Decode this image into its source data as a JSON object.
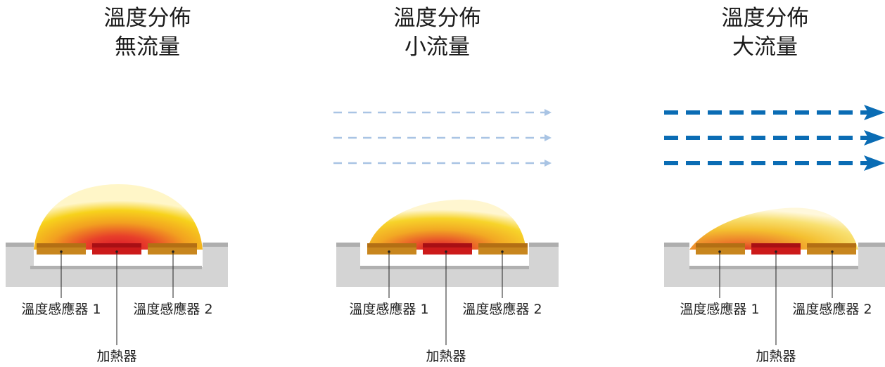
{
  "panels": [
    {
      "title_line1": "溫度分佈",
      "title_line2": "無流量",
      "sensor1_label": "溫度感應器 1",
      "sensor2_label": "溫度感應器 2",
      "heater_label": "加熱器",
      "flow_level": "none"
    },
    {
      "title_line1": "溫度分佈",
      "title_line2": "小流量",
      "sensor1_label": "溫度感應器 1",
      "sensor2_label": "溫度感應器 2",
      "heater_label": "加熱器",
      "flow_level": "small"
    },
    {
      "title_line1": "溫度分佈",
      "title_line2": "大流量",
      "sensor1_label": "溫度感應器 1",
      "sensor2_label": "溫度感應器 2",
      "heater_label": "加熱器",
      "flow_level": "large"
    }
  ],
  "colors": {
    "flow_small": "#a9c4e4",
    "flow_large": "#0a6cb4",
    "heater": "#cc1a1a",
    "sensor": "#c8861e",
    "substrate": "#d4d4d4"
  }
}
